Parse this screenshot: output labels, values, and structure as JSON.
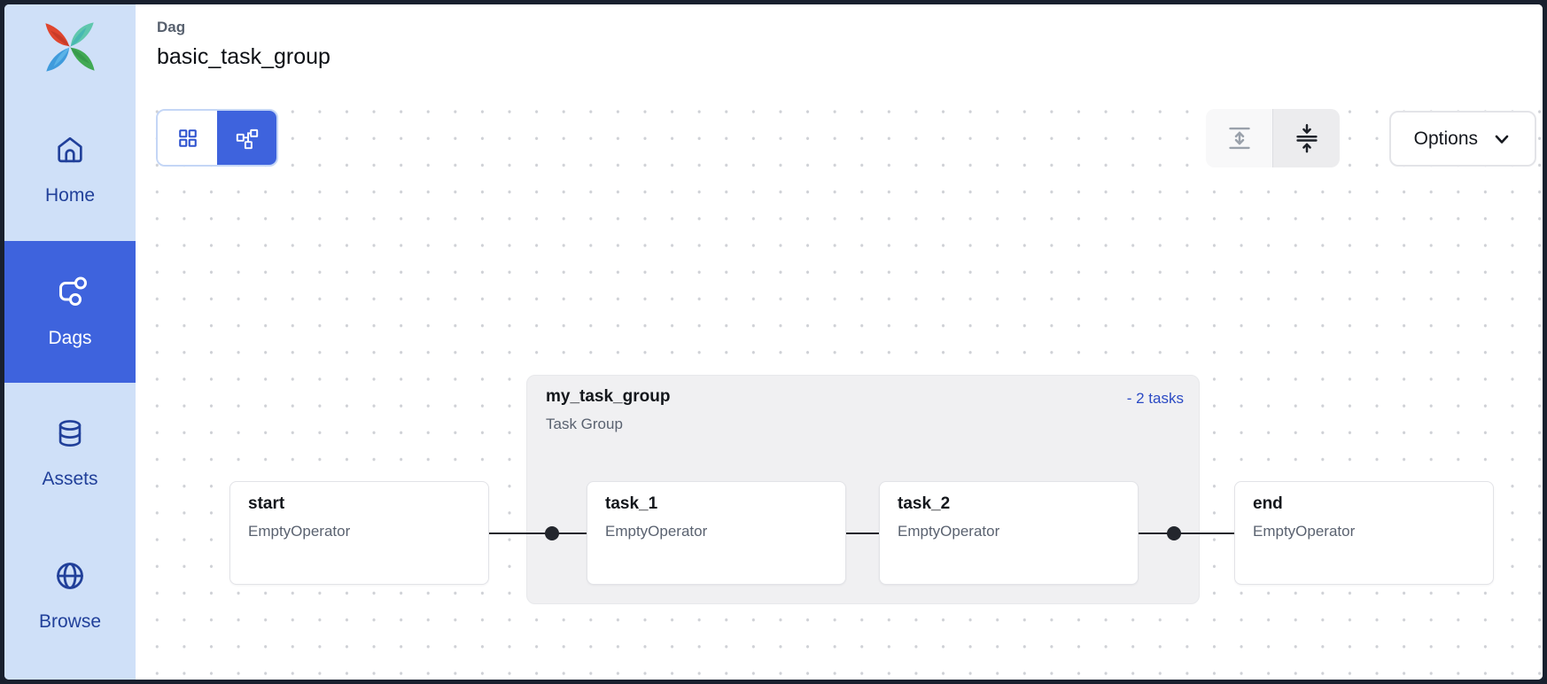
{
  "header": {
    "eyebrow": "Dag",
    "title": "basic_task_group"
  },
  "sidebar": {
    "items": [
      {
        "label": "Home"
      },
      {
        "label": "Dags"
      },
      {
        "label": "Assets"
      },
      {
        "label": "Browse"
      }
    ]
  },
  "toolbar": {
    "options_label": "Options"
  },
  "graph": {
    "group": {
      "title": "my_task_group",
      "subtitle": "Task Group",
      "badge": "- 2 tasks"
    },
    "nodes": [
      {
        "title": "start",
        "subtitle": "EmptyOperator"
      },
      {
        "title": "task_1",
        "subtitle": "EmptyOperator"
      },
      {
        "title": "task_2",
        "subtitle": "EmptyOperator"
      },
      {
        "title": "end",
        "subtitle": "EmptyOperator"
      }
    ]
  },
  "colors": {
    "accent_blue": "#3e63dd",
    "sidebar_bg": "#cfe0f8",
    "sidebar_text": "#21409a",
    "badge_blue": "#2b4ac4",
    "frame_border": "#19202e",
    "group_bg": "#f0f0f2",
    "edge": "#23262d"
  }
}
